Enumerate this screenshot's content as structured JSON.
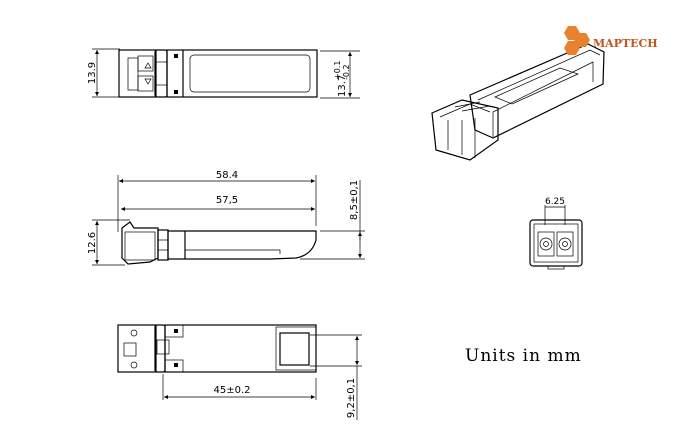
{
  "logo": {
    "text": "MAPTECH",
    "text_color": "#c2531c",
    "hex_color": "#e8822e"
  },
  "top_view": {
    "height_left": "13.9",
    "height_right": "13.7",
    "tol_plus": "+0.1",
    "tol_minus": "-0.2"
  },
  "side_view": {
    "overall_length": "58.4",
    "body_length": "57,5",
    "latch_height": "12.6",
    "body_height": "8,5±0,1"
  },
  "bottom_view": {
    "length": "45±0.2",
    "width": "9,2±0,1"
  },
  "front_view": {
    "pitch": "6.25"
  },
  "note": "Units in mm"
}
